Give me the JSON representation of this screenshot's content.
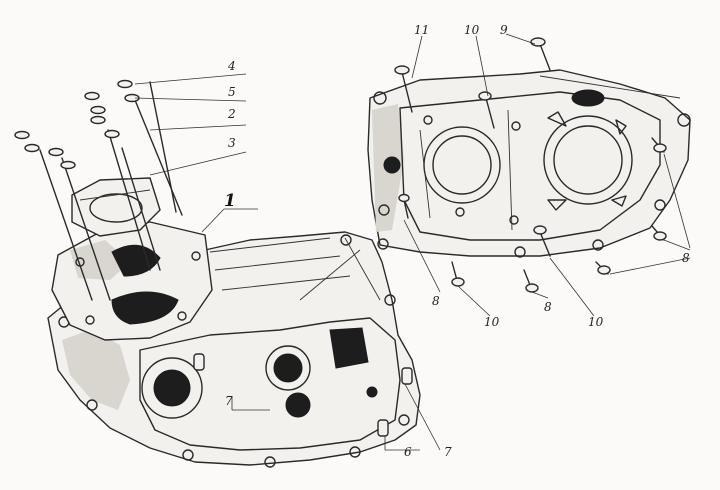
{
  "callouts": {
    "c1": "1",
    "c2": "2",
    "c3": "3",
    "c4": "4",
    "c5": "5",
    "c6": "6",
    "c7_left": "7",
    "c7_right": "7",
    "c8_a": "8",
    "c8_b": "8",
    "c8_c": "8",
    "c9": "9",
    "c10_top": "10",
    "c10_a": "10",
    "c10_b": "10",
    "c11": "11"
  }
}
